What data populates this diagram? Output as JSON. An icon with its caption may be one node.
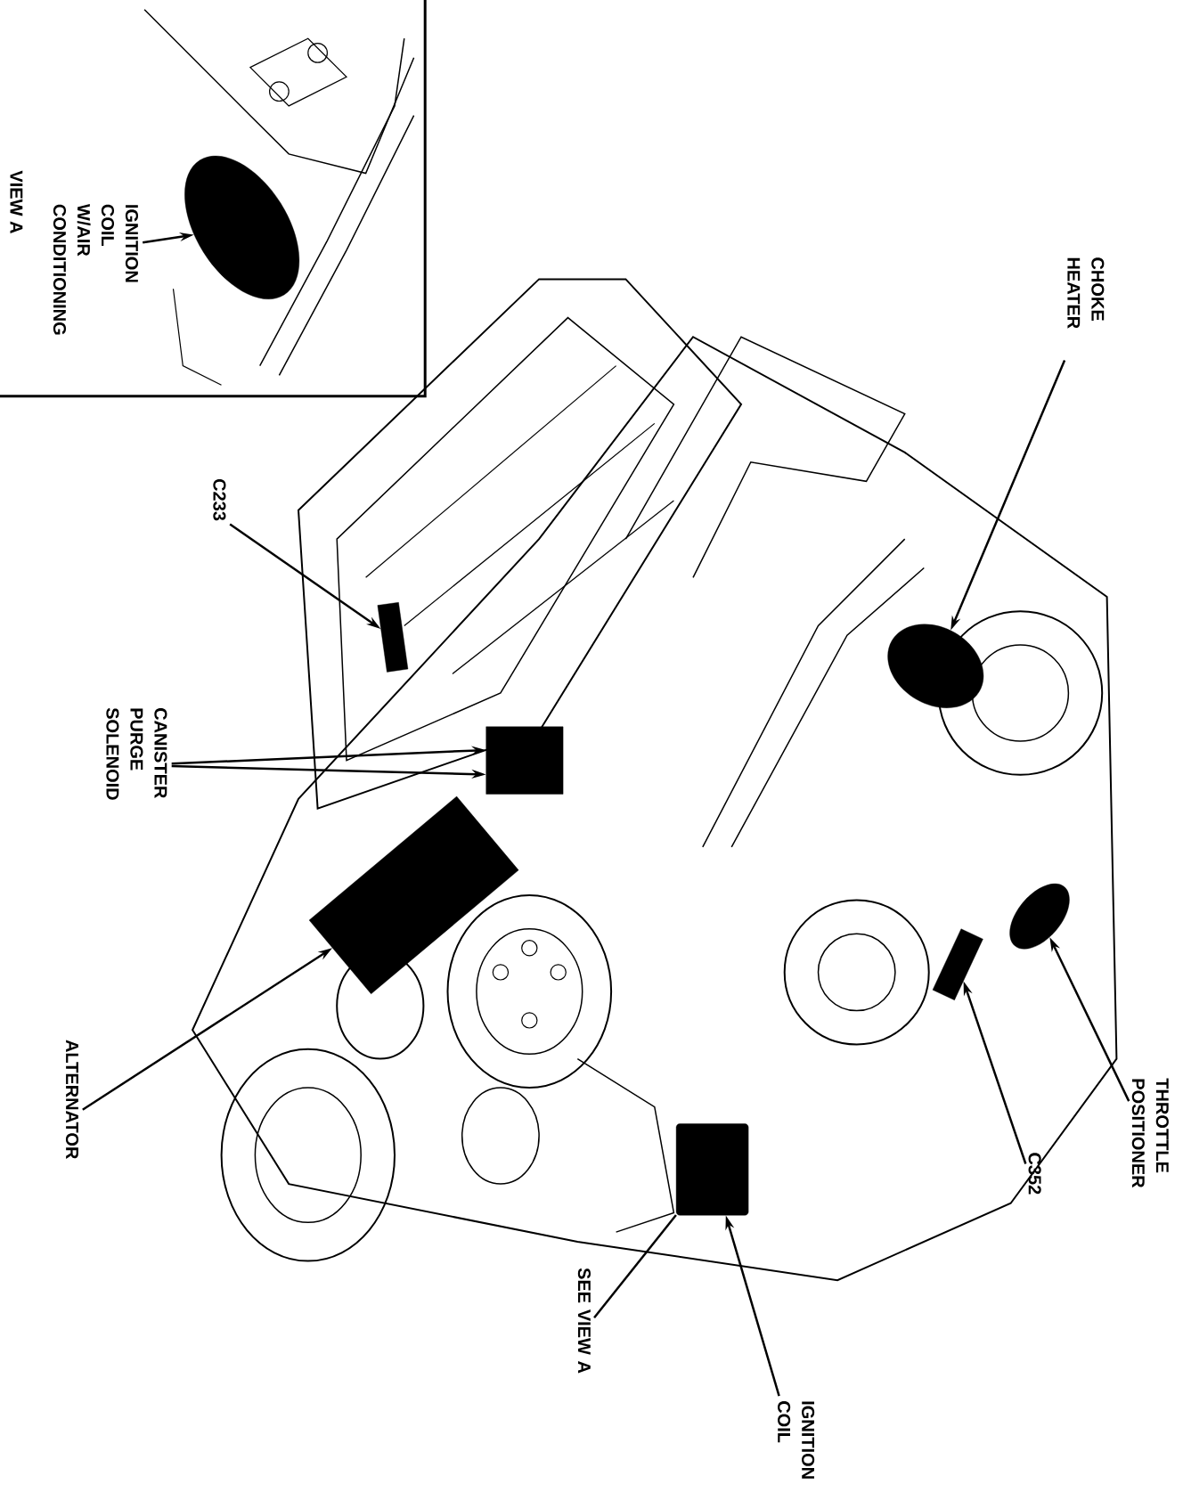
{
  "diagram": {
    "nodes": [
      {
        "text": [
          "VIEW A"
        ]
      },
      {
        "text": [
          "IGNITION COIL W/AIR CONDITIONING"
        ],
        "in": 0
      },
      {
        "text": [],
        "shape": "circle",
        "in": 0
      },
      {
        "text": [
          "CHOKE HEATER"
        ]
      },
      {
        "text": [],
        "shape": "circle"
      },
      {
        "text": [
          "C233"
        ]
      },
      {
        "text": [],
        "shape": "box"
      },
      {
        "text": [
          "CANISTER PURGE SOLENOID"
        ]
      },
      {
        "text": [],
        "shape": "box"
      },
      {
        "text": [
          "ALTERNATOR"
        ]
      },
      {
        "text": [],
        "shape": "box"
      },
      {
        "text": [
          "THROTTLE POSITIONER"
        ]
      },
      {
        "text": [],
        "shape": "circle"
      },
      {
        "text": [
          "C352"
        ]
      },
      {
        "text": [],
        "shape": "box"
      },
      {
        "text": [
          "SEE VIEW A"
        ]
      },
      {
        "text": [
          "IGNITION COIL"
        ]
      },
      {
        "text": [],
        "shape": "cylinder"
      }
    ],
    "edges": [
      {
        "from": 1,
        "to": 2,
        "arrow": "to"
      },
      {
        "from": 3,
        "to": 4,
        "arrow": "to"
      },
      {
        "from": 5,
        "to": 6,
        "arrow": "to"
      },
      {
        "from": 7,
        "to": 8,
        "arrow": "to"
      },
      {
        "from": 7,
        "to": 8,
        "arrow": "to"
      },
      {
        "from": 9,
        "to": 10,
        "arrow": "to"
      },
      {
        "from": 11,
        "to": 12,
        "arrow": "to"
      },
      {
        "from": 13,
        "to": 14,
        "arrow": "to"
      },
      {
        "from": 15,
        "to": 17,
        "arrow": "none"
      },
      {
        "from": 16,
        "to": 17,
        "arrow": "to"
      }
    ]
  }
}
